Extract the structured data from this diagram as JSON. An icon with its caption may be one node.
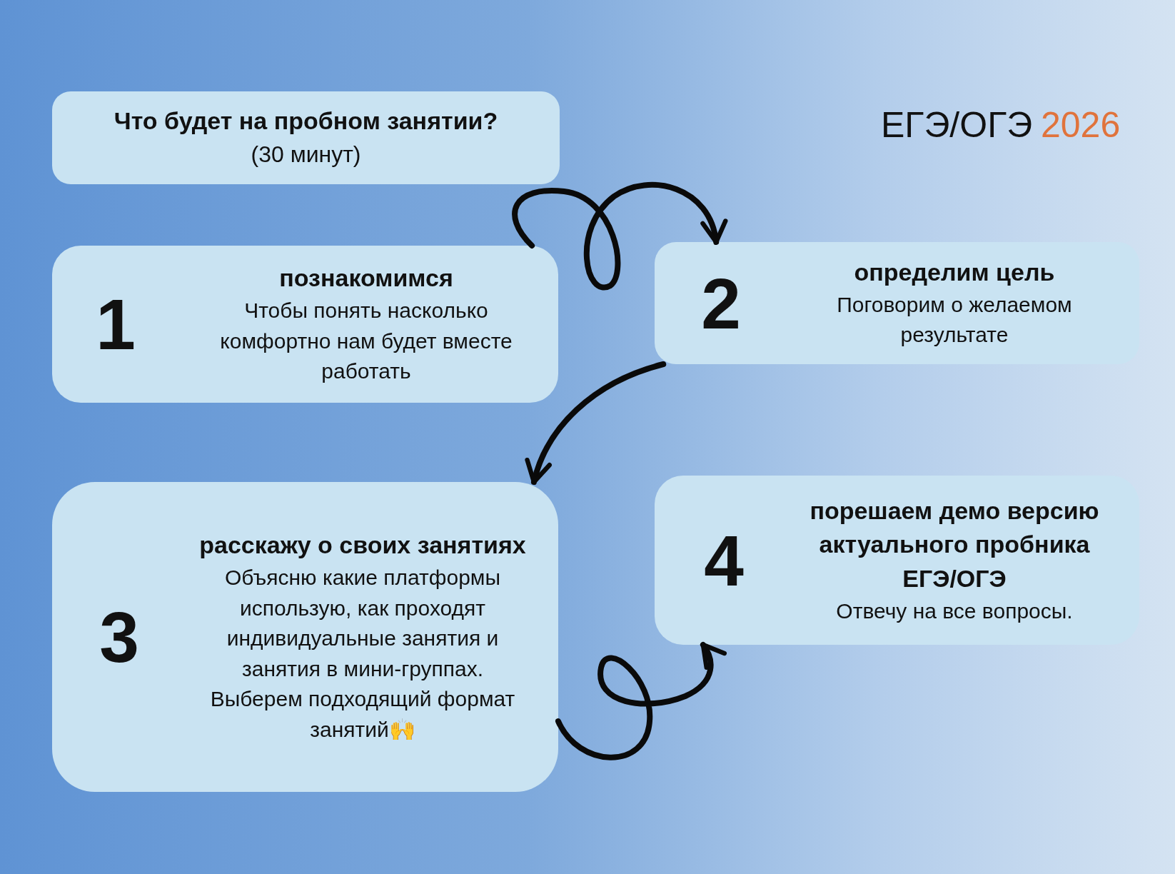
{
  "diagram": {
    "nodes": [
      {
        "text": [
          "Что будет на пробном занятии?",
          "(30 минут)"
        ]
      },
      {
        "text": [
          "1",
          "познакомимся",
          "Чтобы понять насколько комфортно нам будет вместе работать"
        ]
      },
      {
        "text": [
          "2",
          "определим цель",
          "Поговорим о желаемом результате"
        ]
      },
      {
        "text": [
          "3",
          "расскажу о своих занятиях",
          "Объясню какие платформы использую, как проходят индивидуальные занятия и занятия в мини-группах. Выберем подходящий формат занятий🙌"
        ]
      },
      {
        "text": [
          "4",
          "порешаем демо версию актуального пробника ЕГЭ/ОГЭ",
          "Отвечу на все вопросы."
        ]
      }
    ],
    "edges": [
      {
        "from": 1,
        "to": 2,
        "arrow": "to"
      },
      {
        "from": 2,
        "to": 3,
        "arrow": "to"
      },
      {
        "from": 3,
        "to": 4,
        "arrow": "to"
      }
    ],
    "labels": [
      "ЕГЭ/ОГЭ",
      "2026"
    ]
  }
}
